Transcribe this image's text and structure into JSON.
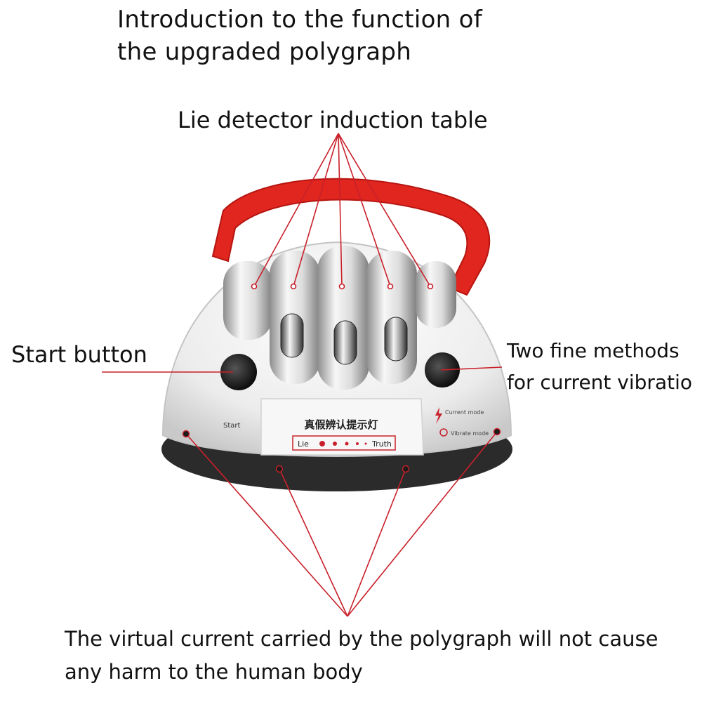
{
  "heading": {
    "line1": "Introduction to the function of",
    "line2": "the upgraded polygraph"
  },
  "callouts": {
    "induction_table": "Lie detector induction table",
    "start_button": "Start button",
    "modes_line1": "Two fine methods",
    "modes_line2": "for current vibratio"
  },
  "footer_note": {
    "line1": "The virtual current carried by the polygraph will not cause",
    "line2": "any harm to the human body"
  },
  "device": {
    "start_label": "Start",
    "panel_title": "真假辨认提示灯",
    "lie_label": "Lie",
    "truth_label": "Truth",
    "current_mode": "Current mode",
    "vibrate_mode": "Vibrate mode"
  },
  "colors": {
    "accent_red": "#c8202a",
    "strap_red": "#e0261f",
    "body_white": "#f2f2f2",
    "base_dark": "#2b2b2b"
  }
}
